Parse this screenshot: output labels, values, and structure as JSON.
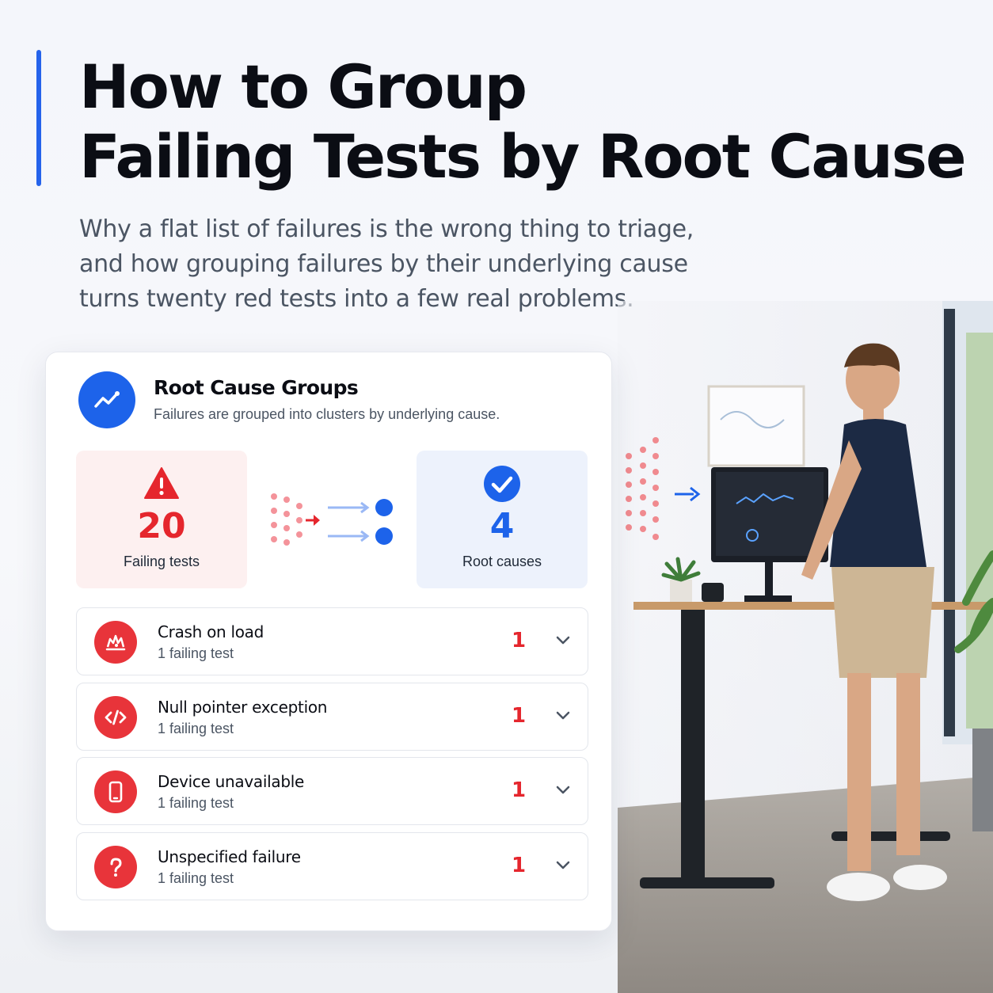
{
  "header": {
    "title_lines": [
      "How to Group",
      "Failing Tests by Root Cause"
    ],
    "subtitle_lines": [
      "Why a flat list of failures is the wrong thing to triage,",
      "and how grouping failures by their underlying cause",
      "turns twenty red tests into a few real problems."
    ]
  },
  "card": {
    "title": "Root Cause Groups",
    "description": "Failures are grouped into clusters by underlying cause.",
    "icon": "trend-line-icon",
    "stats": {
      "failing": {
        "value": "20",
        "label": "Failing tests",
        "icon": "warning-triangle-icon",
        "color": "#e5262d"
      },
      "causes": {
        "value": "4",
        "label": "Root causes",
        "icon": "check-circle-icon",
        "color": "#1d63ea"
      }
    },
    "groups": [
      {
        "title": "Crash on load",
        "subtitle": "1 failing test",
        "count": "1",
        "icon": "crash-icon"
      },
      {
        "title": "Null pointer exception",
        "subtitle": "1 failing test",
        "count": "1",
        "icon": "code-icon"
      },
      {
        "title": "Device unavailable",
        "subtitle": "1 failing test",
        "count": "1",
        "icon": "phone-icon"
      },
      {
        "title": "Unspecified failure",
        "subtitle": "1 failing test",
        "count": "1",
        "icon": "question-icon"
      }
    ]
  },
  "colors": {
    "accent": "#2563eb",
    "danger": "#e5262d",
    "text": "#0b0d14",
    "muted": "#4b5563"
  }
}
